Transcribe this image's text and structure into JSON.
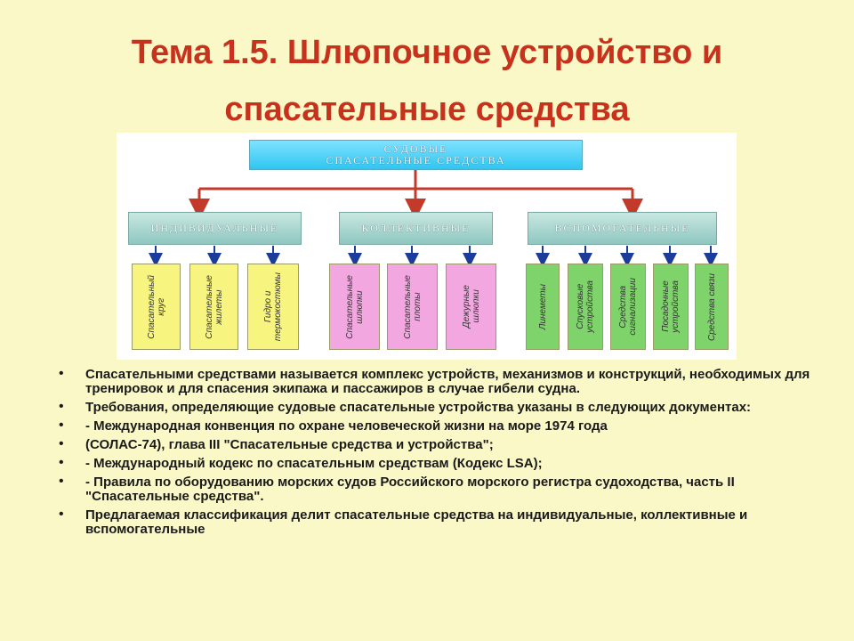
{
  "title": {
    "line1": "Тема 1.5. Шлюпочное устройство и",
    "line2": "спасательные средства"
  },
  "diagram": {
    "root": {
      "line1": "СУДОВЫЕ",
      "line2": "СПАСАТЕЛЬНЫЕ СРЕДСТВА"
    },
    "groups": [
      {
        "label": "ИНДИВИДУАЛЬНЫЕ",
        "color": "#f7f47f",
        "items": [
          "Спасательный\nкруг",
          "Спасательные\nжилеты",
          "Гидро и\nтермокостюмы"
        ]
      },
      {
        "label": "КОЛЛЕКТИВНЫЕ",
        "color": "#f3a7e0",
        "items": [
          "Спасательные\nшлюпки",
          "Спасательные\nплоты",
          "Дежурные\nшлюпки"
        ]
      },
      {
        "label": "ВСПОМОГАТЕЛЬНЫЕ",
        "color": "#7fd36b",
        "items": [
          "Линеметы",
          "Спусковые\nустройства",
          "Средства\nсигнализации",
          "Посадочные\nустройства",
          "Средства связи"
        ]
      }
    ],
    "line_color": "#c43a2a",
    "arrow_color": "#1c3c9c"
  },
  "bullets": [
    "Спасательными средствами называется комплекс устройств, механизмов и конструкций, необходимых для тренировок и для спасения экипажа и пассажиров в случае гибели судна.",
    "Требования, определяющие судовые спасательные устройства указаны в следующих документах:",
    "- Международная конвенция по охране человеческой жизни на море 1974 года",
    "(СОЛАС-74), глава III \"Спасательные средства и устройства\";",
    "- Международный кодекс по спасательным средствам (Кодекс LSA);",
    "- Правила по оборудованию морских судов Российского морского регистра судоходства, часть II \"Спасательные средства\".",
    "Предлагаемая классификация делит спасательные средства на индивидуальные, коллективные и вспомогательные"
  ]
}
